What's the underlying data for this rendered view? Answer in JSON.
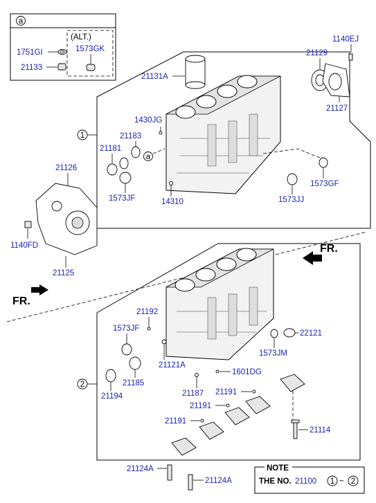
{
  "inset": {
    "circle_label": "a",
    "alt_label": "(ALT.)",
    "parts": [
      "1751GI",
      "21133",
      "1573GK"
    ]
  },
  "group1": {
    "callout": "1",
    "detail_mark": "a",
    "labels": [
      "21131A",
      "1430JG",
      "21183",
      "21181",
      "1573JF",
      "14310",
      "1573JJ",
      "1573GF",
      "21129",
      "1140EJ",
      "21127"
    ]
  },
  "cover": {
    "labels": [
      "21126",
      "1140FD",
      "21125"
    ]
  },
  "group2": {
    "callout": "2",
    "labels": [
      "21192",
      "1573JF",
      "21121A",
      "21185",
      "21194",
      "21187",
      "1601DG",
      "1573JM",
      "22121",
      "21191",
      "21191",
      "21191",
      "21114",
      "21124A",
      "21124A"
    ]
  },
  "direction": {
    "fr_top": "FR.",
    "fr_left": "FR."
  },
  "note": {
    "title": "NOTE",
    "line_prefix": "THE NO.",
    "line_number": "21100",
    "range_from": "1",
    "range_sep": "~",
    "range_to": "2"
  }
}
